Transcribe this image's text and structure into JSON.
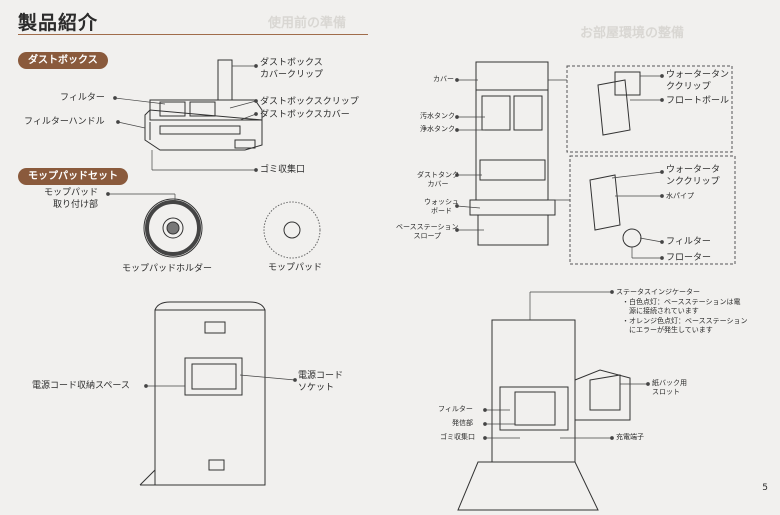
{
  "page_title": "製品紹介",
  "sections": {
    "dust_box": "ダストボックス",
    "mop_pad_set": "モップパッドセット"
  },
  "labels": {
    "dust_box_cover_clip": "ダストボックス\nカバークリップ",
    "filter": "フィルター",
    "dust_box_clip": "ダストボックスクリップ",
    "filter_handle": "フィルターハンドル",
    "dust_box_cover": "ダストボックスカバー",
    "trash_port": "ゴミ収集口",
    "mop_pad_mount": "モップパッド\n取り付け部",
    "mop_pad_holder": "モップパッドホルダー",
    "mop_pad": "モップパッド",
    "cord_storage": "電源コード収納スペース",
    "power_socket": "電源コード\nソケット",
    "cover": "カバー",
    "dirty_tank": "汚水タンク",
    "clean_tank": "浄水タンク",
    "dust_tank_cover": "ダストタンク\nカバー",
    "wash_board": "ウォッシュ\nボード",
    "base_slope": "ベースステーション\nスロープ",
    "water_tank_clip": "ウォータータン\nククリップ",
    "float_ball": "フロートボール",
    "water_tank_clip2": "ウォータータ\nンククリップ",
    "water_pipe": "水パイプ",
    "filter_right": "フィルター",
    "floater": "フローター",
    "status_indicator": "ステータスインジケーター",
    "status_white": "・白色点灯：ベースステーションは電\n　源に接続されています",
    "status_orange": "・オレンジ色点灯：ベースステーション\n　にエラーが発生しています",
    "paper_bag_slot": "紙バック用\nスロット",
    "filter_bottom": "フィルター",
    "emitter": "発信部",
    "trash_port_bottom": "ゴミ収集口",
    "charge_terminal": "充電端子"
  },
  "ghost_text": {
    "left": "使用前の準備",
    "right": "お部屋環境の整備"
  },
  "page_number": "5"
}
